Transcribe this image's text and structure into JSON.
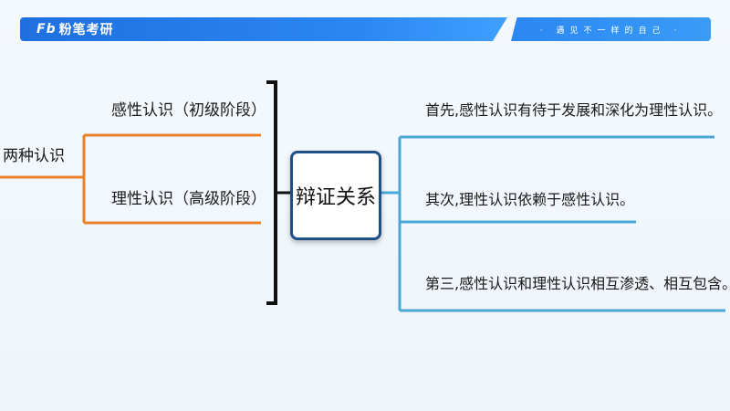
{
  "header": {
    "brand_logo": "Fb",
    "brand_name": "粉笔考研",
    "slogan": "· 遇见不一样的自己 ·"
  },
  "diagram": {
    "root": "两种认识",
    "branches": [
      "感性认识（初级阶段）",
      "理性认识（高级阶段）"
    ],
    "center": "辩证关系",
    "relations": [
      "首先,感性认识有待于发展和深化为理性认识。",
      "其次,理性认识依赖于感性认识。",
      "第三,感性认识和理性认识相互渗透、相互包含。"
    ]
  },
  "colors": {
    "header_blue": "#1f6fe0",
    "left_lines": "#e8822a",
    "right_lines": "#4aa8d8",
    "bracket": "#111111",
    "center_border": "#1f4f87"
  }
}
